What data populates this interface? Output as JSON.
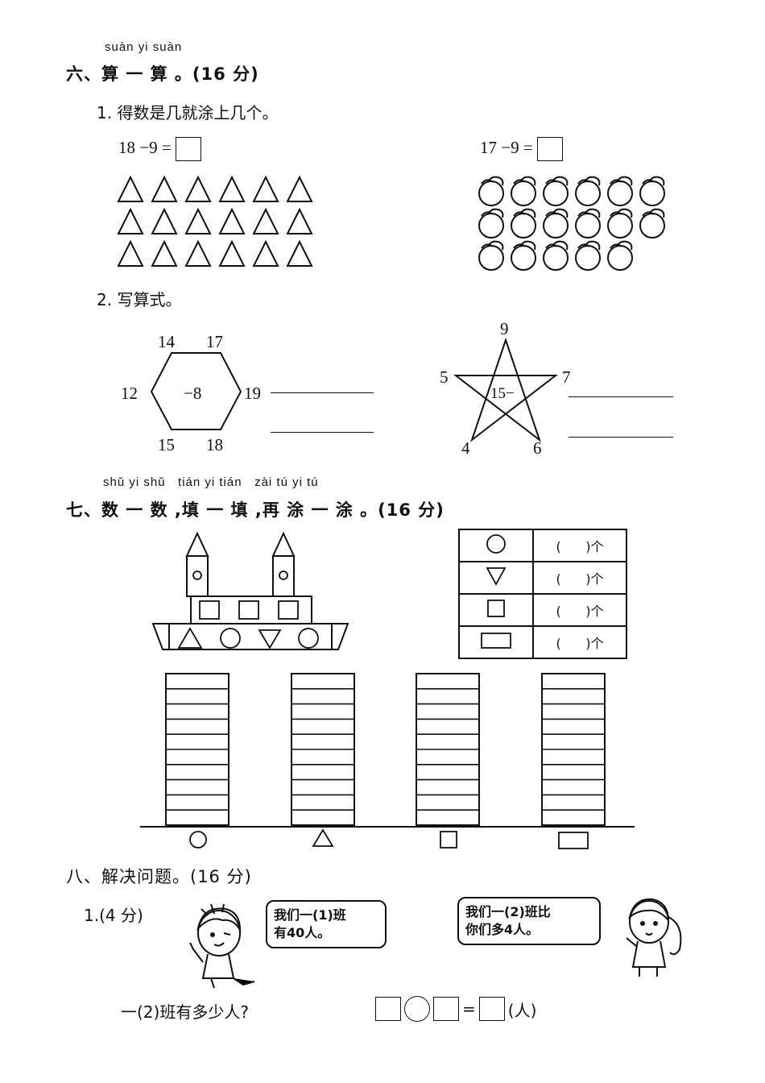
{
  "sec6": {
    "pinyin": "suàn yi suàn",
    "title": "六、算 一 算 。(16 分)",
    "q1": {
      "label": "1. 得数是几就涂上几个。",
      "left_eq": "18 −9 =",
      "right_eq": "17 −9 ="
    },
    "q2": {
      "label": "2. 写算式。",
      "hexagon": {
        "center": "−8",
        "n14": "14",
        "n17": "17",
        "n12": "12",
        "n19": "19",
        "n15": "15",
        "n18": "18"
      },
      "star": {
        "center": "15−",
        "n9": "9",
        "n5": "5",
        "n7": "7",
        "n4": "4",
        "n6": "6"
      }
    }
  },
  "sec7": {
    "pinyin": "shǔ yi shǔ   tián yi tián   zài tú yi tú",
    "title": "七、数 一 数 ,填 一 填 ,再 涂 一 涂 。(16 分)",
    "table_rows": [
      {
        "shape": "circle-icon",
        "text": "(      )个"
      },
      {
        "shape": "down-triangle-icon",
        "text": "(      )个"
      },
      {
        "shape": "square-icon",
        "text": "(      )个"
      },
      {
        "shape": "rectangle-icon",
        "text": "(      )个"
      }
    ]
  },
  "sec8": {
    "title": "八、解决问题。(16 分)",
    "q1": {
      "label": "1.(4 分)",
      "boy_bubble_line1": "我们一(1)班",
      "boy_bubble_line2": "有40人。",
      "girl_bubble_line1": "我们一(2)班比",
      "girl_bubble_line2": "你们多4人。",
      "question": "一(2)班有多少人?",
      "equals": "=",
      "unit": "(人)"
    }
  }
}
